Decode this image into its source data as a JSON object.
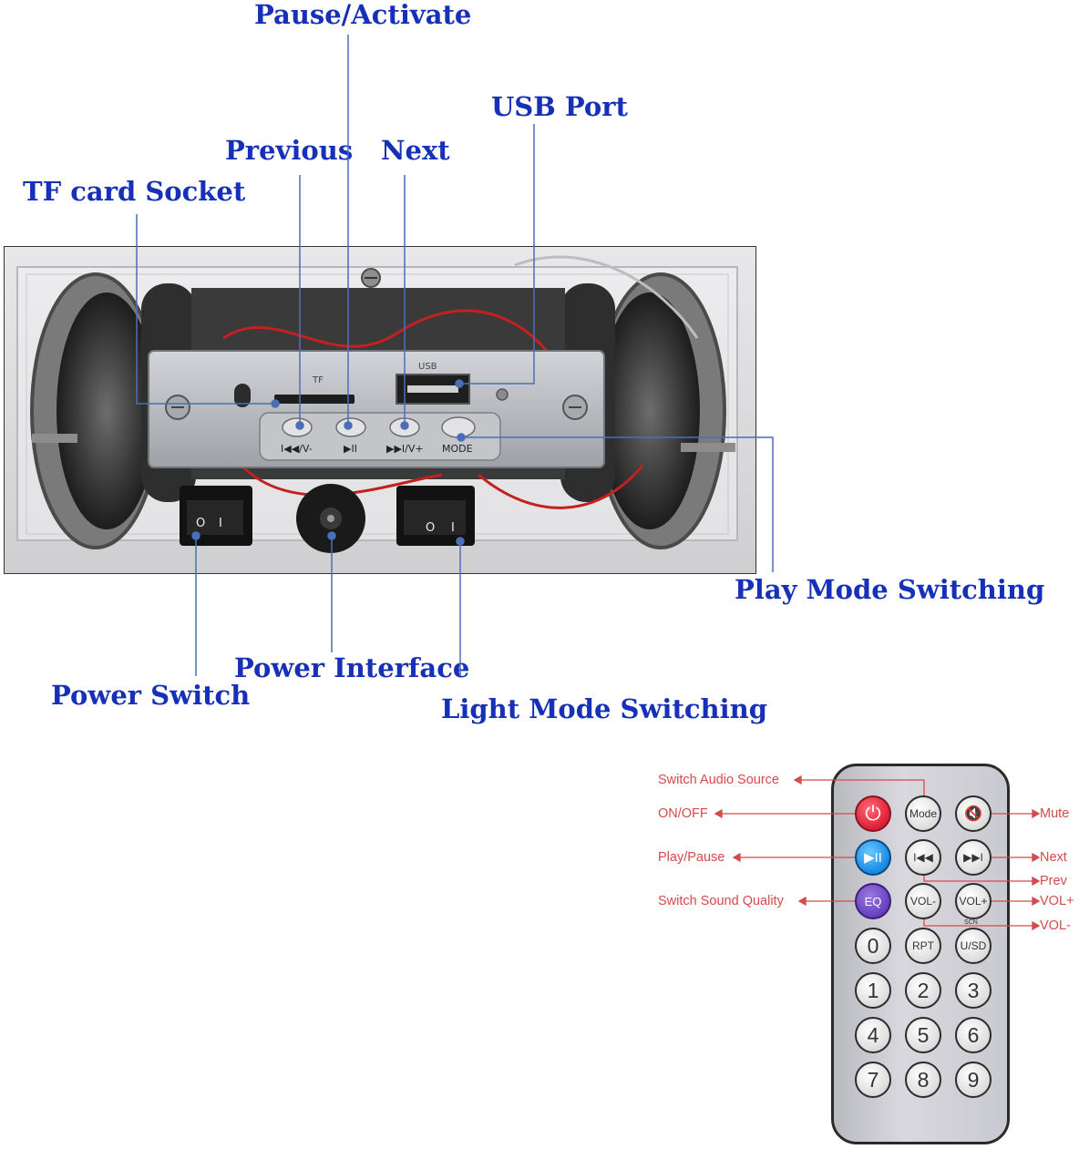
{
  "callouts": {
    "pause_activate": "Pause/Activate",
    "usb_port": "USB Port",
    "previous": "Previous",
    "next": "Next",
    "tf_card_socket": "TF card Socket",
    "play_mode_switching": "Play Mode Switching",
    "power_interface": "Power Interface",
    "power_switch": "Power Switch",
    "light_mode_switching": "Light Mode Switching"
  },
  "panel": {
    "tf_label": "TF",
    "usb_label": "USB",
    "buttons": [
      "I◀◀/V-",
      "▶II",
      "▶▶I/V+",
      "MODE"
    ],
    "switch_marks": [
      "O",
      "I"
    ]
  },
  "remote": {
    "labels": {
      "switch_audio_source": "Switch Audio Source",
      "on_off": "ON/OFF",
      "play_pause": "Play/Pause",
      "switch_sound_quality": "Switch Sound Quality",
      "mute": "Mute",
      "next": "Next",
      "prev": "Prev",
      "vol_plus": "VOL+",
      "vol_minus": "VOL-"
    },
    "buttons": {
      "power": "⏻",
      "mode": "Mode",
      "mute": "🔇",
      "play_pause": "▶II",
      "prev": "I◀◀",
      "next": "▶▶I",
      "eq": "EQ",
      "vol_minus": "VOL-",
      "vol_plus": "VOL+",
      "zero": "0",
      "rpt": "RPT",
      "usd": "U/SD",
      "one": "1",
      "two": "2",
      "three": "3",
      "four": "4",
      "five": "5",
      "six": "6",
      "seven": "7",
      "eight": "8",
      "nine": "9"
    },
    "tiny_text": "SCN"
  },
  "colors": {
    "callout_blue": "#1730b8",
    "remote_red": "#d64a4a",
    "leader_blue": "#4a6fb8",
    "leader_red": "#d64a4a"
  }
}
